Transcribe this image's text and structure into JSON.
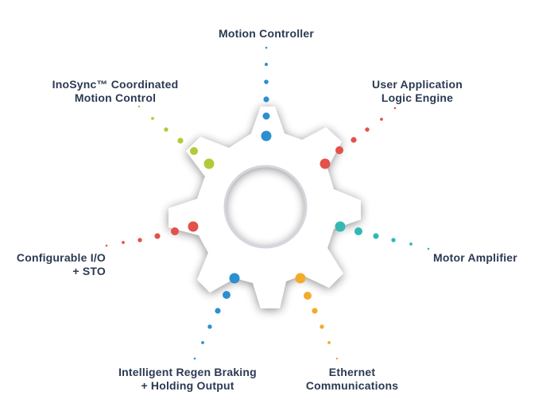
{
  "diagram": {
    "labels": {
      "motion_controller": [
        "Motion Controller"
      ],
      "user_app": [
        "User Application",
        "Logic Engine"
      ],
      "motor_amp": [
        "Motor Amplifier"
      ],
      "ethernet": [
        "Ethernet",
        "Communications"
      ],
      "regen": [
        "Intelligent Regen Braking",
        "+ Holding Output"
      ],
      "config_io": [
        "Configurable I/O",
        "+ STO"
      ],
      "inosync": [
        "InoSync™ Coordinated",
        "Motion Control"
      ]
    },
    "colors": {
      "gear": "#ffffff",
      "gear_shadow": "#b9bec6",
      "text": "#2b3a52",
      "blue": "#2c8fd0",
      "red": "#e2524a",
      "teal": "#33b8b4",
      "orange": "#f2ac2a",
      "lime": "#b4c93a"
    }
  }
}
